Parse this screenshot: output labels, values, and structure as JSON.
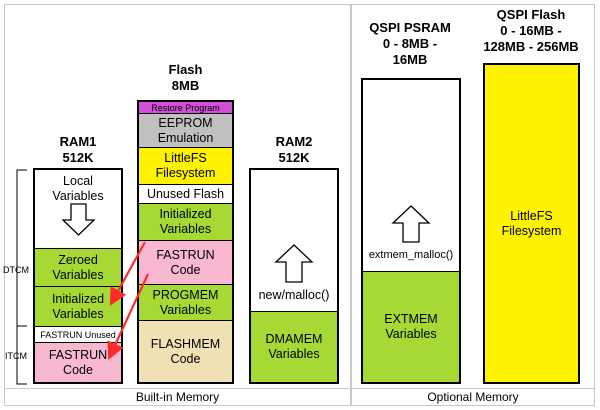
{
  "sections": {
    "builtin": "Built-in Memory",
    "optional": "Optional Memory"
  },
  "ram1": {
    "title": "RAM1",
    "size": "512K",
    "local": "Local\nVariables",
    "zeroed": "Zeroed\nVariables",
    "initialized": "Initialized\nVariables",
    "fastrun_unused": "FASTRUN Unused",
    "fastrun": "FASTRUN\nCode"
  },
  "brackets": {
    "dtcm": "DTCM",
    "itcm": "ITCM"
  },
  "flash": {
    "title": "Flash",
    "size": "8MB",
    "restore": "Restore Program",
    "eeprom": "EEPROM\nEmulation",
    "littlefs": "LittleFS\nFilesystem",
    "unused": "Unused Flash",
    "initialized": "Initialized\nVariables",
    "fastrun": "FASTRUN\nCode",
    "progmem": "PROGMEM\nVariables",
    "flashmem": "FLASHMEM\nCode"
  },
  "ram2": {
    "title": "RAM2",
    "size": "512K",
    "malloc": "new/malloc()",
    "dmamem": "DMAMEM\nVariables"
  },
  "psram": {
    "title_line1": "QSPI PSRAM",
    "title_line2": "0 - 8MB -",
    "title_line3": "16MB",
    "extmem_malloc": "extmem_malloc()",
    "extmem": "EXTMEM\nVariables"
  },
  "qspi_flash": {
    "title_line1": "QSPI Flash",
    "title_line2": "0 - 16MB -",
    "title_line3": "128MB - 256MB",
    "littlefs": "LittleFS\nFilesystem"
  },
  "colors": {
    "green": "#a6d934",
    "pink": "#f9b8d2",
    "gray": "#c0c0c0",
    "yellow": "#fff200",
    "magenta": "#d34fd8",
    "tan": "#efe1b3",
    "red_arrow": "#ff2a2a"
  }
}
